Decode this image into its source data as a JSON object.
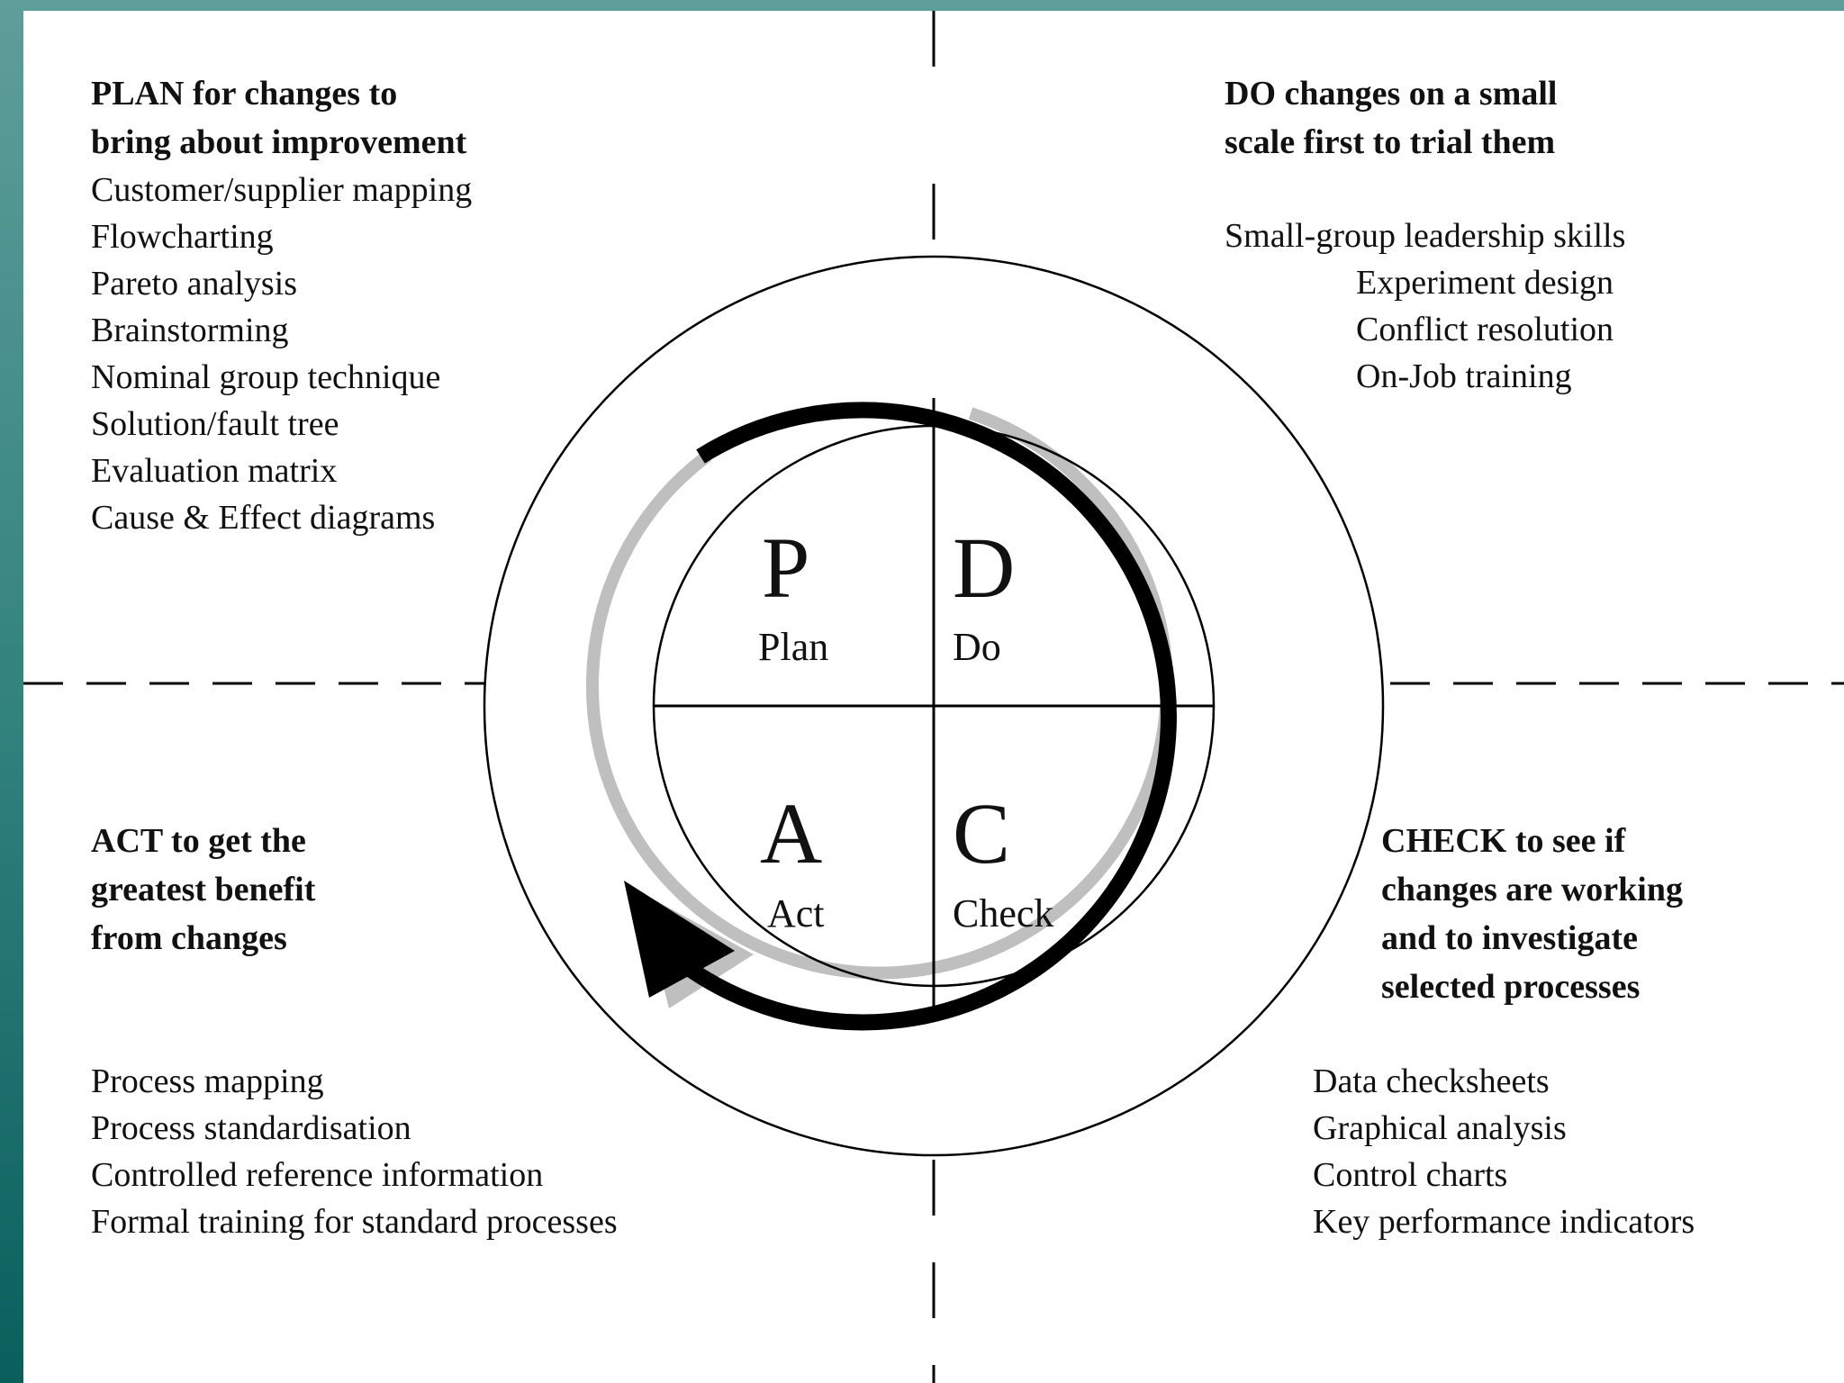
{
  "plan": {
    "heading": [
      "PLAN for changes to",
      "bring about improvement"
    ],
    "items": [
      "Customer/supplier mapping",
      "Flowcharting",
      "Pareto analysis",
      "Brainstorming",
      "Nominal group technique",
      "Solution/fault tree",
      "Evaluation matrix",
      "Cause & Effect diagrams"
    ]
  },
  "do": {
    "heading": [
      "DO changes on a small",
      "scale first to trial them"
    ],
    "items": [
      "Small-group leadership skills",
      "Experiment design",
      "Conflict resolution",
      "On-Job training"
    ]
  },
  "act": {
    "heading": [
      "ACT to get the",
      "greatest benefit",
      "from changes"
    ],
    "items": [
      "Process mapping",
      "Process standardisation",
      "Controlled reference information",
      "Formal training for standard processes"
    ]
  },
  "check": {
    "heading": [
      "CHECK to see if",
      "changes are working",
      "and to investigate",
      "selected processes"
    ],
    "items": [
      "Data checksheets",
      "Graphical analysis",
      "Control charts",
      "Key performance indicators"
    ]
  },
  "cycle": {
    "plan": {
      "letter": "P",
      "word": "Plan"
    },
    "do": {
      "letter": "D",
      "word": "Do"
    },
    "check": {
      "letter": "C",
      "word": "Check"
    },
    "act": {
      "letter": "A",
      "word": "Act"
    }
  }
}
